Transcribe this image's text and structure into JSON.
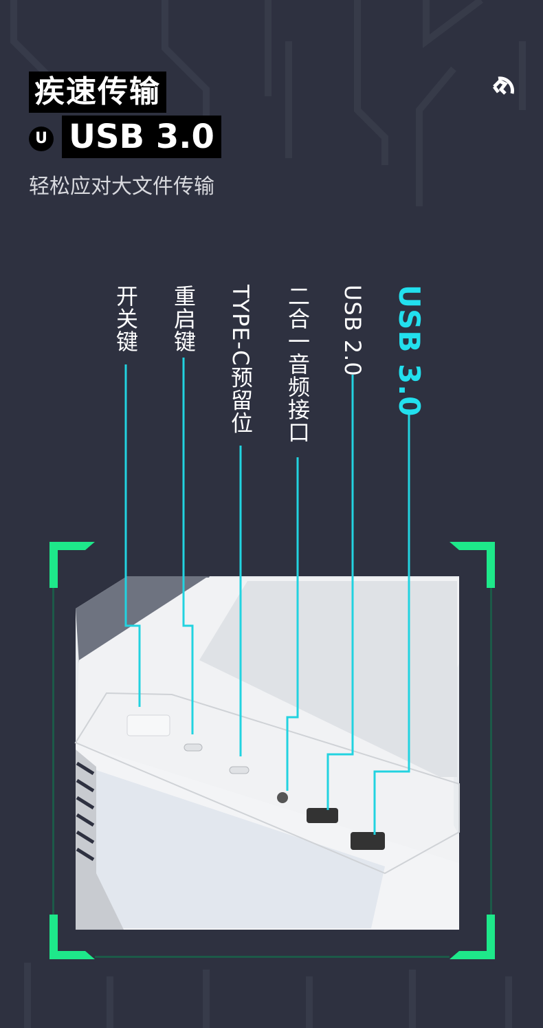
{
  "header": {
    "title": "疾速传输",
    "subtitle_badge": "USB 3.0",
    "badge_icon": "U",
    "tagline": "轻松应对大文件传输",
    "logo_icon": "brand-logo-icon"
  },
  "labels": [
    {
      "text": "开关键"
    },
    {
      "text": "重启键"
    },
    {
      "text": "TYPE-C预留位"
    },
    {
      "text": "二合一音频接口"
    },
    {
      "text": "USB 2.0"
    },
    {
      "text": "USB 3.0"
    }
  ],
  "colors": {
    "background": "#2e3140",
    "accent_cyan": "#22d3e0",
    "bracket_green": "#1ee88a"
  }
}
